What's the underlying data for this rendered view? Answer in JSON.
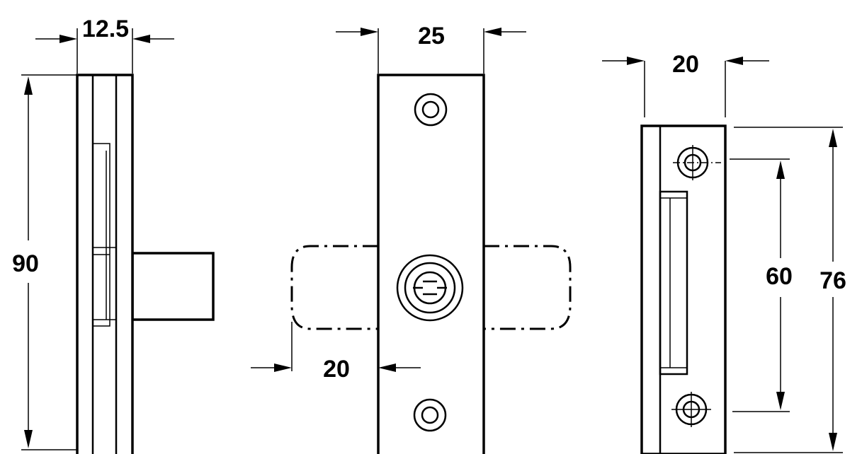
{
  "dimensions": {
    "side_width": "12.5",
    "side_height": "90",
    "front_width": "25",
    "bolt_throw": "20",
    "keeper_width": "20",
    "keeper_hole_spacing": "60",
    "keeper_height": "76"
  }
}
